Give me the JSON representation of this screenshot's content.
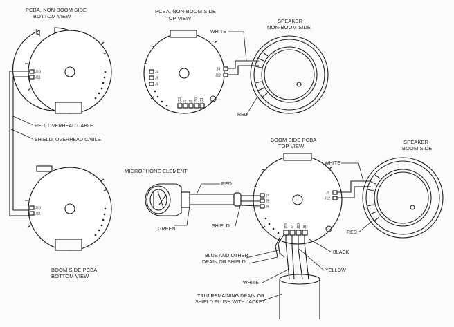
{
  "labels": {
    "nonboom_bottom_title_1": "PCBA, NON-BOOM SIDE",
    "nonboom_bottom_title_2": "BOTTOM VIEW",
    "nonboom_top_title_1": "PCBA, NON-BOOM SIDE",
    "nonboom_top_title_2": "TOP VIEW",
    "speaker_nonboom_1": "SPEAKER",
    "speaker_nonboom_2": "NON-BOOM SIDE",
    "white_top": "WHITE",
    "red_top": "RED",
    "red_overhead": "RED, OVERHEAD CABLE",
    "shield_overhead": "SHIELD, OVERHEAD CABLE",
    "boom_top_title_1": "BOOM SIDE PCBA",
    "boom_top_title_2": "TOP VIEW",
    "speaker_boom_1": "SPEAKER",
    "speaker_boom_2": "BOOM SIDE",
    "white_boom": "WHITE",
    "red_boom": "RED",
    "microphone": "MICROPHONE ELEMENT",
    "mic_red": "RED",
    "mic_green": "GREEN",
    "mic_shield": "SHIELD",
    "black": "BLACK",
    "blue_1": "BLUE AND OTHER",
    "blue_2": "DRAIN OR SHIELD",
    "yellow": "YELLOW",
    "white_bottom": "WHITE",
    "trim_1": "TRIM REMAINING DRAIN OR",
    "trim_2": "SHIELD FLUSH WITH JACKET",
    "boom_bottom_title_1": "BOOM SIDE PCBA",
    "boom_bottom_title_2": "BOTTOM VIEW"
  },
  "pads": {
    "j4": "J4",
    "j5": "J5",
    "j6": "J6",
    "j7": "J7",
    "j8": "J8",
    "j9": "J9",
    "j10": "J10",
    "j11": "J11",
    "j12": "J12",
    "j13": "J13"
  }
}
